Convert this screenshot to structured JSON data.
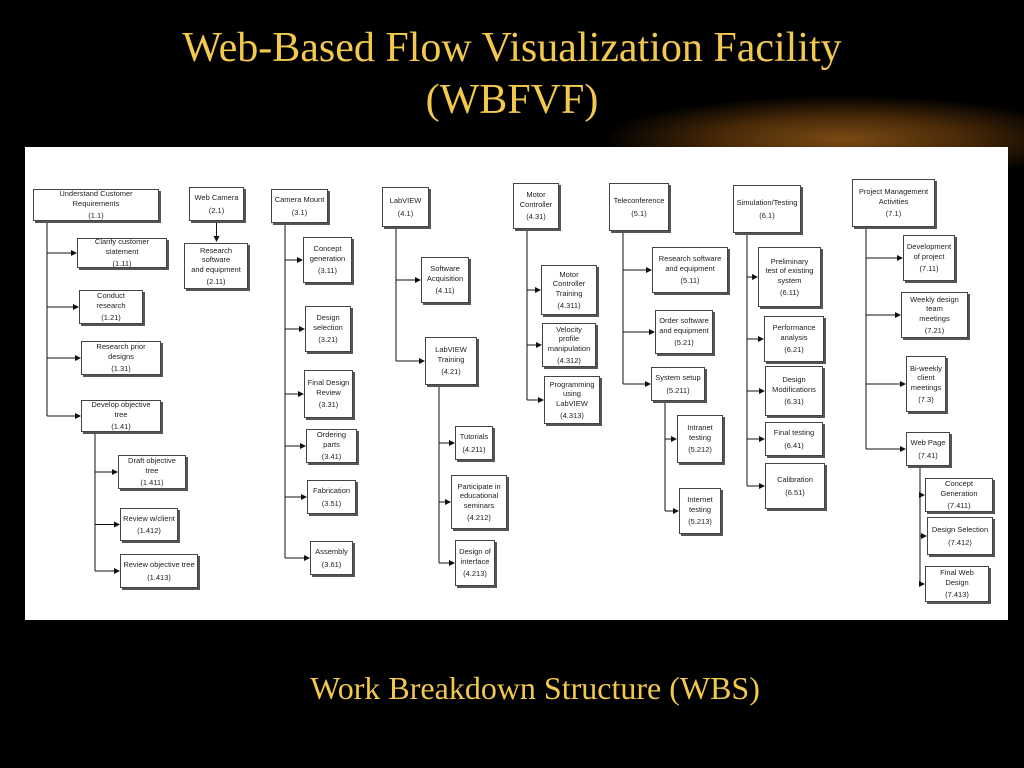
{
  "slide": {
    "title_line1": "Web-Based Flow Visualization Facility",
    "title_line2": "(WBFVF)",
    "caption": "Work Breakdown Structure (WBS)"
  },
  "colors": {
    "background": "#000000",
    "title_text": "#f2c94c",
    "panel": "#ffffff",
    "box_border": "#444444",
    "connector": "#111111"
  },
  "nodes": [
    {
      "id": "1.1",
      "label": "Understand Customer Requirements",
      "code": "(1.1)"
    },
    {
      "id": "1.11",
      "label": "Clarify customer statement",
      "code": "(1.11)"
    },
    {
      "id": "1.21",
      "label": "Conduct research",
      "code": "(1.21)"
    },
    {
      "id": "1.31",
      "label": "Research prior designs",
      "code": "(1.31)"
    },
    {
      "id": "1.41",
      "label": "Develop objective tree",
      "code": "(1.41)"
    },
    {
      "id": "1.411",
      "label": "Draft objective tree",
      "code": "(1.411)"
    },
    {
      "id": "1.412",
      "label": "Review w/client",
      "code": "(1.412)"
    },
    {
      "id": "1.413",
      "label": "Review objective tree",
      "code": "(1.413)"
    },
    {
      "id": "2.1",
      "label": "Web Camera",
      "code": "(2.1)"
    },
    {
      "id": "2.11",
      "label": "Research software\nand equipment",
      "code": "(2.11)"
    },
    {
      "id": "3.1",
      "label": "Camera Mount",
      "code": "(3.1)"
    },
    {
      "id": "3.11",
      "label": "Concept\ngeneration",
      "code": "(3.11)"
    },
    {
      "id": "3.21",
      "label": "Design\nselection",
      "code": "(3.21)"
    },
    {
      "id": "3.31",
      "label": "Final Design\nReview",
      "code": "(3.31)"
    },
    {
      "id": "3.41",
      "label": "Ordering parts",
      "code": "(3.41)"
    },
    {
      "id": "3.51",
      "label": "Fabrication",
      "code": "(3.51)"
    },
    {
      "id": "3.61",
      "label": "Assembly",
      "code": "(3.61)"
    },
    {
      "id": "4.1",
      "label": "LabVIEW",
      "code": "(4.1)"
    },
    {
      "id": "4.11",
      "label": "Software\nAcquisition",
      "code": "(4.11)"
    },
    {
      "id": "4.21",
      "label": "LabVIEW\nTraining",
      "code": "(4.21)"
    },
    {
      "id": "4.211",
      "label": "Tutorials",
      "code": "(4.211)"
    },
    {
      "id": "4.212",
      "label": "Participate in\neducational\nseminars",
      "code": "(4.212)"
    },
    {
      "id": "4.213",
      "label": "Design of\ninterface",
      "code": "(4.213)"
    },
    {
      "id": "4.31",
      "label": "Motor\nController",
      "code": "(4.31)"
    },
    {
      "id": "4.311",
      "label": "Motor Controller\nTraining",
      "code": "(4.311)"
    },
    {
      "id": "4.312",
      "label": "Velocity profile\nmanipulation",
      "code": "(4.312)"
    },
    {
      "id": "4.313",
      "label": "Programming\nusing LabVIEW",
      "code": "(4.313)"
    },
    {
      "id": "5.1",
      "label": "Teleconference",
      "code": "(5.1)"
    },
    {
      "id": "5.11",
      "label": "Research software\nand equipment",
      "code": "(5.11)"
    },
    {
      "id": "5.21",
      "label": "Order software\nand equipment",
      "code": "(5.21)"
    },
    {
      "id": "5.211",
      "label": "System setup",
      "code": "(5.211)"
    },
    {
      "id": "5.212",
      "label": "Intranet\ntesting",
      "code": "(5.212)"
    },
    {
      "id": "5.213",
      "label": "Internet\ntesting",
      "code": "(5.213)"
    },
    {
      "id": "6.1",
      "label": "Simulation/Testing",
      "code": "(6.1)"
    },
    {
      "id": "6.11",
      "label": "Preliminary\ntest of existing\nsystem",
      "code": "(6.11)"
    },
    {
      "id": "6.21",
      "label": "Performance\nanalysis",
      "code": "(6.21)"
    },
    {
      "id": "6.31",
      "label": "Design\nModifications",
      "code": "(6.31)"
    },
    {
      "id": "6.41",
      "label": "Final testing",
      "code": "(6.41)"
    },
    {
      "id": "6.51",
      "label": "Calibration",
      "code": "(6.51)"
    },
    {
      "id": "7.1",
      "label": "Project Management\nActivities",
      "code": "(7.1)"
    },
    {
      "id": "7.11",
      "label": "Development\nof project",
      "code": "(7.11)"
    },
    {
      "id": "7.21",
      "label": "Weekly design team\nmeetings",
      "code": "(7.21)"
    },
    {
      "id": "7.3",
      "label": "Bi-weekly\nclient\nmeetings",
      "code": "(7.3)"
    },
    {
      "id": "7.41",
      "label": "Web Page",
      "code": "(7.41)"
    },
    {
      "id": "7.411",
      "label": "Concept Generation",
      "code": "(7.411)"
    },
    {
      "id": "7.412",
      "label": "Design Selection",
      "code": "(7.412)"
    },
    {
      "id": "7.413",
      "label": "Final Web Design",
      "code": "(7.413)"
    }
  ],
  "edges": [
    [
      "1.1",
      "1.11"
    ],
    [
      "1.1",
      "1.21"
    ],
    [
      "1.1",
      "1.31"
    ],
    [
      "1.1",
      "1.41"
    ],
    [
      "1.41",
      "1.411"
    ],
    [
      "1.41",
      "1.412"
    ],
    [
      "1.41",
      "1.413"
    ],
    [
      "2.1",
      "2.11"
    ],
    [
      "3.1",
      "3.11"
    ],
    [
      "3.1",
      "3.21"
    ],
    [
      "3.1",
      "3.31"
    ],
    [
      "3.1",
      "3.41"
    ],
    [
      "3.1",
      "3.51"
    ],
    [
      "3.1",
      "3.61"
    ],
    [
      "4.1",
      "4.11"
    ],
    [
      "4.1",
      "4.21"
    ],
    [
      "4.21",
      "4.211"
    ],
    [
      "4.21",
      "4.212"
    ],
    [
      "4.21",
      "4.213"
    ],
    [
      "4.31",
      "4.311"
    ],
    [
      "4.31",
      "4.312"
    ],
    [
      "4.31",
      "4.313"
    ],
    [
      "5.1",
      "5.11"
    ],
    [
      "5.1",
      "5.21"
    ],
    [
      "5.1",
      "5.211"
    ],
    [
      "5.211",
      "5.212"
    ],
    [
      "5.211",
      "5.213"
    ],
    [
      "6.1",
      "6.11"
    ],
    [
      "6.1",
      "6.21"
    ],
    [
      "6.1",
      "6.31"
    ],
    [
      "6.1",
      "6.41"
    ],
    [
      "6.1",
      "6.51"
    ],
    [
      "7.1",
      "7.11"
    ],
    [
      "7.1",
      "7.21"
    ],
    [
      "7.1",
      "7.3"
    ],
    [
      "7.1",
      "7.41"
    ],
    [
      "7.41",
      "7.411"
    ],
    [
      "7.41",
      "7.412"
    ],
    [
      "7.41",
      "7.413"
    ]
  ]
}
